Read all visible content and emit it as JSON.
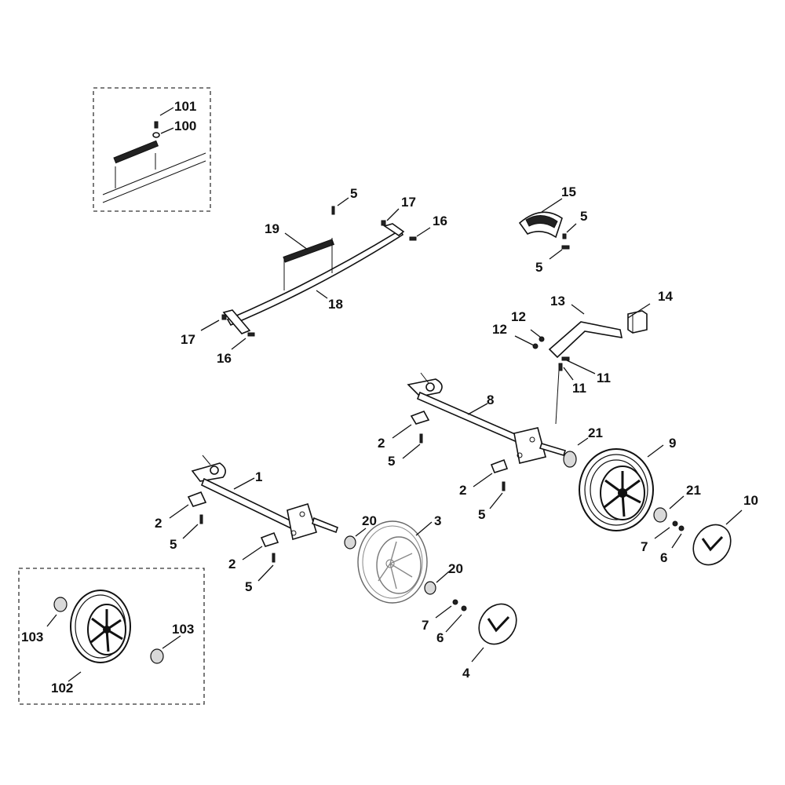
{
  "callouts": [
    {
      "id": "c101",
      "text": "101"
    },
    {
      "id": "c100",
      "text": "100"
    },
    {
      "id": "c5a",
      "text": "5"
    },
    {
      "id": "c17a",
      "text": "17"
    },
    {
      "id": "c16a",
      "text": "16"
    },
    {
      "id": "c19",
      "text": "19"
    },
    {
      "id": "c18",
      "text": "18"
    },
    {
      "id": "c17b",
      "text": "17"
    },
    {
      "id": "c16b",
      "text": "16"
    },
    {
      "id": "c15",
      "text": "15"
    },
    {
      "id": "c5b",
      "text": "5"
    },
    {
      "id": "c5c",
      "text": "5"
    },
    {
      "id": "c13",
      "text": "13"
    },
    {
      "id": "c14",
      "text": "14"
    },
    {
      "id": "c12a",
      "text": "12"
    },
    {
      "id": "c12b",
      "text": "12"
    },
    {
      "id": "c11a",
      "text": "11"
    },
    {
      "id": "c11b",
      "text": "11"
    },
    {
      "id": "c8",
      "text": "8"
    },
    {
      "id": "c21a",
      "text": "21"
    },
    {
      "id": "c9",
      "text": "9"
    },
    {
      "id": "c2a",
      "text": "2"
    },
    {
      "id": "c5d",
      "text": "5"
    },
    {
      "id": "c2b",
      "text": "2"
    },
    {
      "id": "c5e",
      "text": "5"
    },
    {
      "id": "c21b",
      "text": "21"
    },
    {
      "id": "c10",
      "text": "10"
    },
    {
      "id": "c7a",
      "text": "7"
    },
    {
      "id": "c6a",
      "text": "6"
    },
    {
      "id": "c1",
      "text": "1"
    },
    {
      "id": "c20a",
      "text": "20"
    },
    {
      "id": "c3",
      "text": "3"
    },
    {
      "id": "c2c",
      "text": "2"
    },
    {
      "id": "c5f",
      "text": "5"
    },
    {
      "id": "c2d",
      "text": "2"
    },
    {
      "id": "c5g",
      "text": "5"
    },
    {
      "id": "c20b",
      "text": "20"
    },
    {
      "id": "c7b",
      "text": "7"
    },
    {
      "id": "c6b",
      "text": "6"
    },
    {
      "id": "c4",
      "text": "4"
    },
    {
      "id": "c103a",
      "text": "103"
    },
    {
      "id": "c103b",
      "text": "103"
    },
    {
      "id": "c102",
      "text": "102"
    }
  ]
}
